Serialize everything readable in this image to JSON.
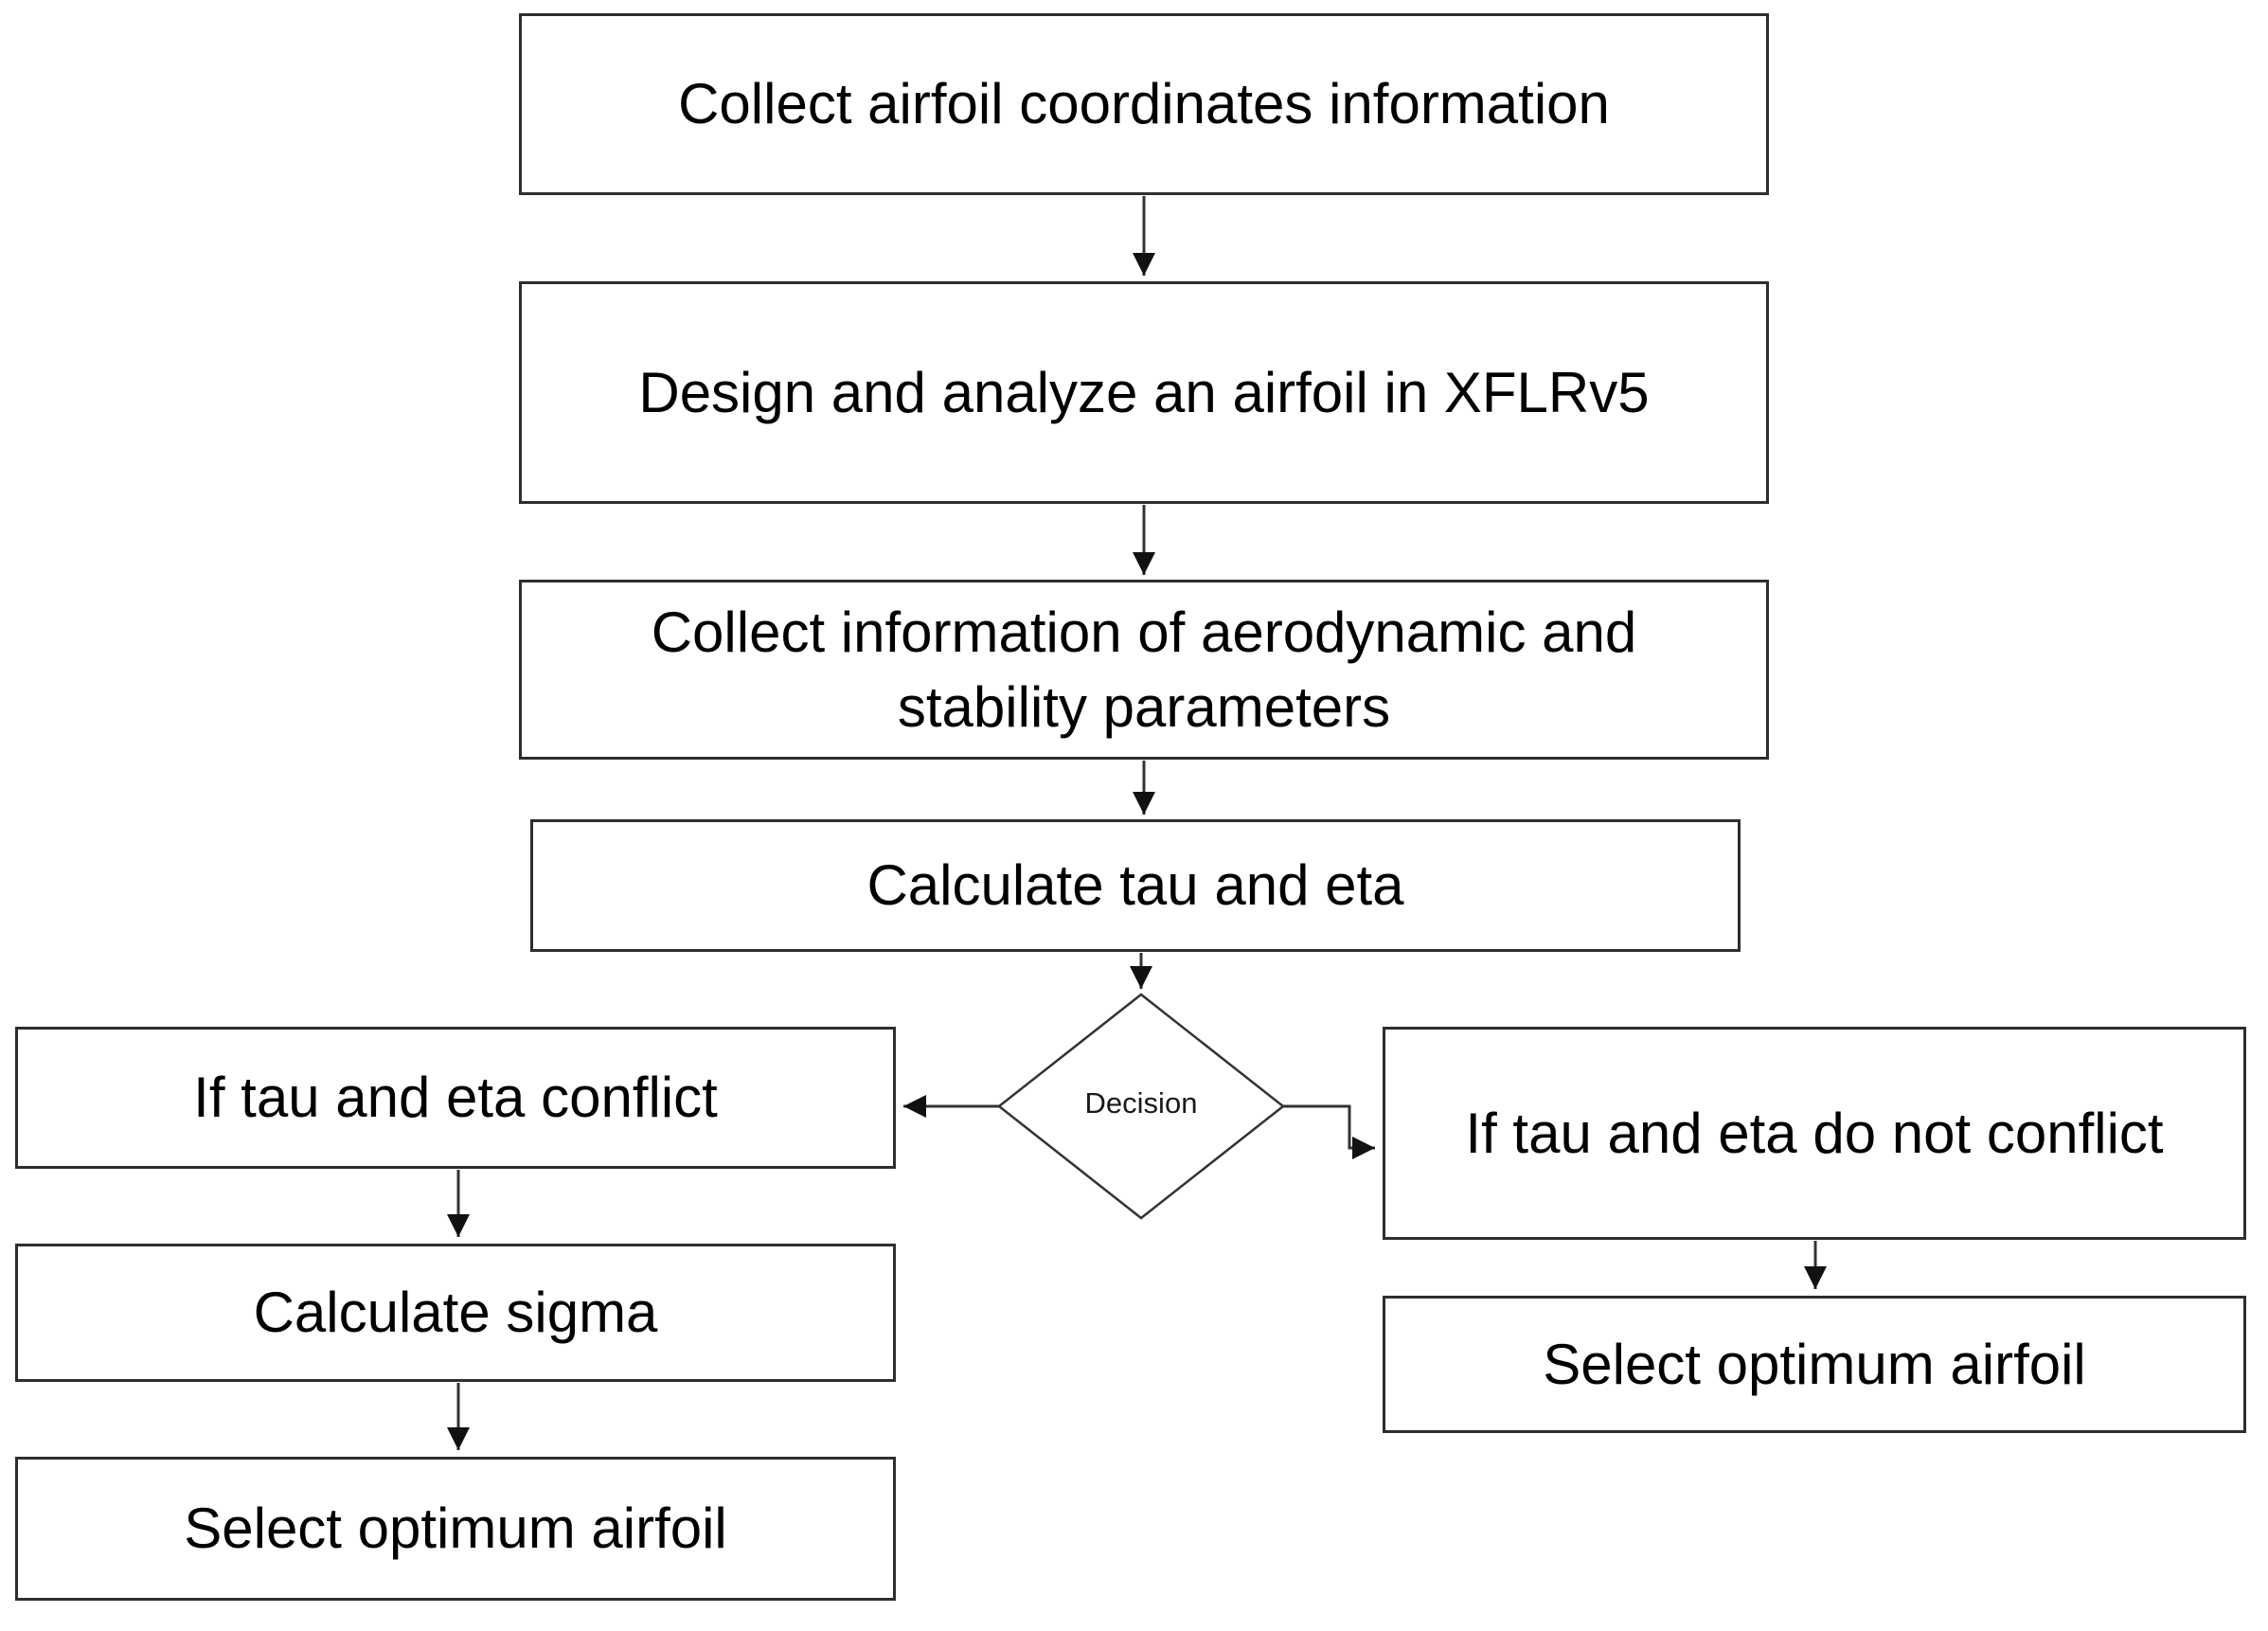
{
  "diagram": {
    "background_color": "#ffffff",
    "stroke_color": "#2e2e2e",
    "text_color": "#000000",
    "nodes": {
      "collect_coordinates": "Collect airfoil coordinates information",
      "design_analyze": "Design and analyze an airfoil in XFLRv5",
      "collect_parameters": "Collect information of aerodynamic and stability parameters",
      "calculate_tau_eta": "Calculate tau and eta",
      "decision": "Decision",
      "conflict": "If tau and eta conflict",
      "calculate_sigma": "Calculate sigma",
      "select_optimum_left": "Select optimum airfoil",
      "no_conflict": "If tau and eta do not conflict",
      "select_optimum_right": "Select optimum airfoil"
    }
  }
}
